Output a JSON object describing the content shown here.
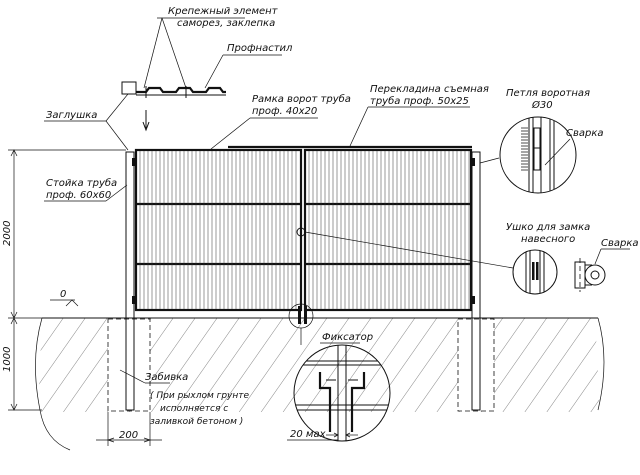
{
  "labels": {
    "fastener_line1": "Крепежный элемент",
    "fastener_line2": "саморез, заклепка",
    "profnastil": "Профнастил",
    "plug": "Заглушка",
    "frame_line1": "Рамка ворот труба",
    "frame_line2": "проф. 40x20",
    "crossbar_line1": "Перекладина съемная",
    "crossbar_line2": "труба проф. 50x25",
    "hinge_line1": "Петля воротная",
    "hinge_line2": "Ø30",
    "weld_top": "Сварка",
    "post_line1": "Стойка труба",
    "post_line2": "проф. 60x60",
    "lock_line1": "Ушко для замка",
    "lock_line2": "навесного",
    "weld_side": "Сварка",
    "fixator": "Фиксатор",
    "backfill_line1": "Забивка",
    "backfill_line2": "( При рыхлом грунте",
    "backfill_line3": "исполняется с",
    "backfill_line4": "заливкой бетоном )"
  },
  "dimensions": {
    "height": "2000",
    "depth": "1000",
    "zero": "0",
    "post_width": "200",
    "gap_max": "20 мах"
  }
}
